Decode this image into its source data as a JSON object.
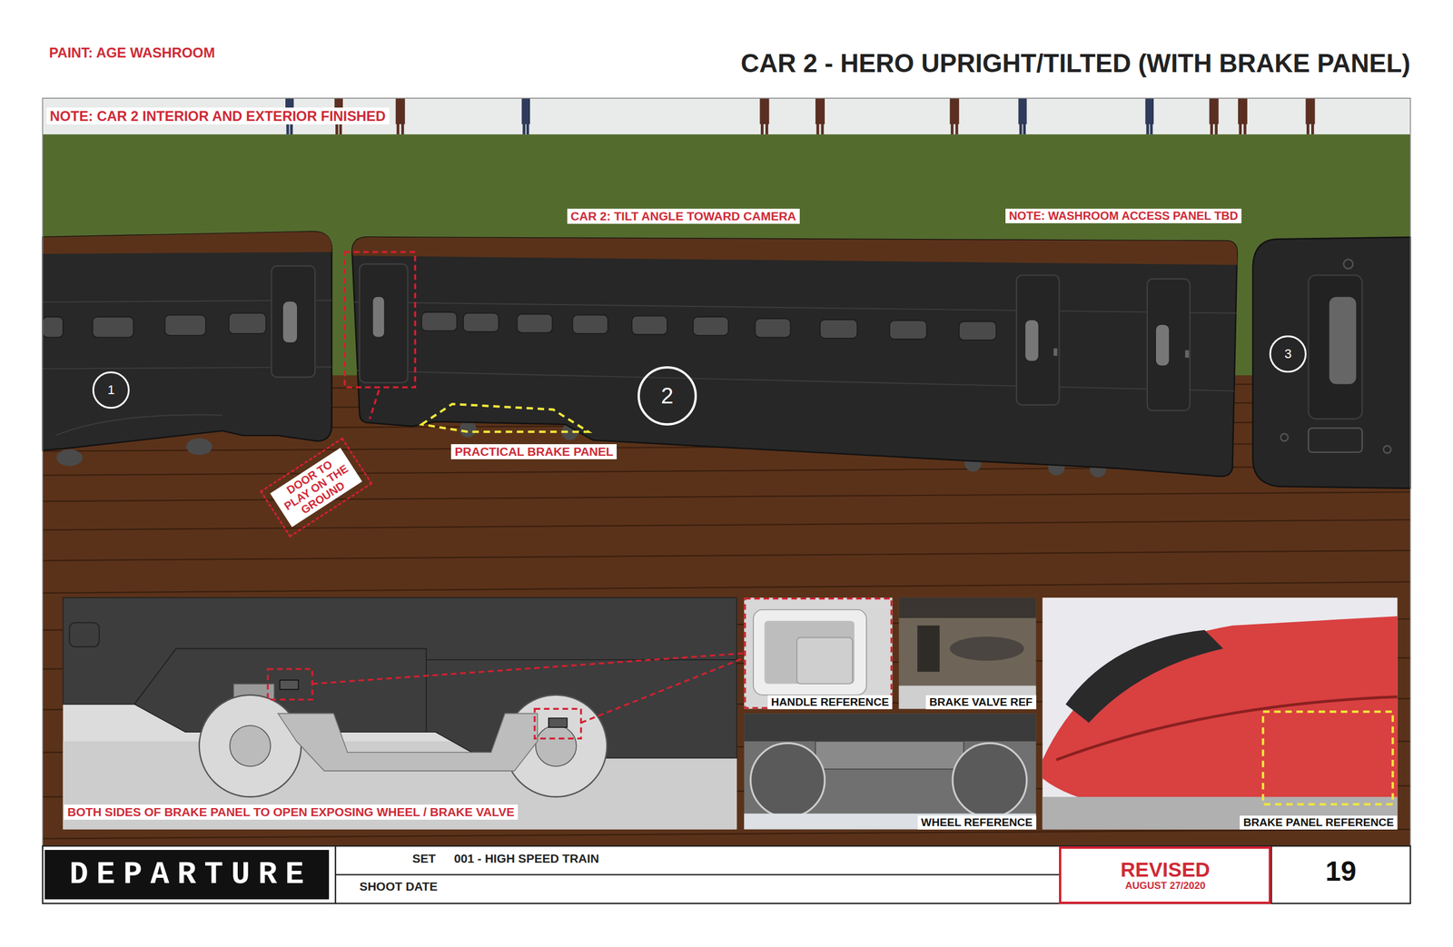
{
  "diagram": {
    "title": "CAR 2 - HERO UPRIGHT/TILTED (WITH BRAKE PANEL)",
    "nodes": [
      {
        "text": [
          "1"
        ]
      },
      {
        "text": [
          "2"
        ]
      },
      {
        "text": [
          "3"
        ]
      },
      {
        "text": [
          "DOOR TO PLAY ON THE GROUND"
        ]
      },
      {
        "text": [
          "DEPARTURE"
        ]
      },
      {
        "text": [
          "REVISED",
          "AUGUST 27/2020"
        ]
      }
    ],
    "labels": [
      "PAINT: AGE WASHROOM",
      "NOTE: CAR 2 INTERIOR AND EXTERIOR FINISHED",
      "CAR 2: TILT ANGLE TOWARD CAMERA",
      "NOTE: WASHROOM ACCESS PANEL TBD",
      "PRACTICAL BRAKE PANEL",
      "BOTH SIDES OF BRAKE PANEL TO OPEN EXPOSING WHEEL / BRAKE VALVE",
      "HANDLE REFERENCE",
      "BRAKE VALVE REF",
      "WHEEL REFERENCE",
      "BRAKE PANEL REFERENCE",
      "SET",
      "001 - HIGH SPEED TRAIN",
      "SHOOT DATE",
      "19"
    ]
  }
}
